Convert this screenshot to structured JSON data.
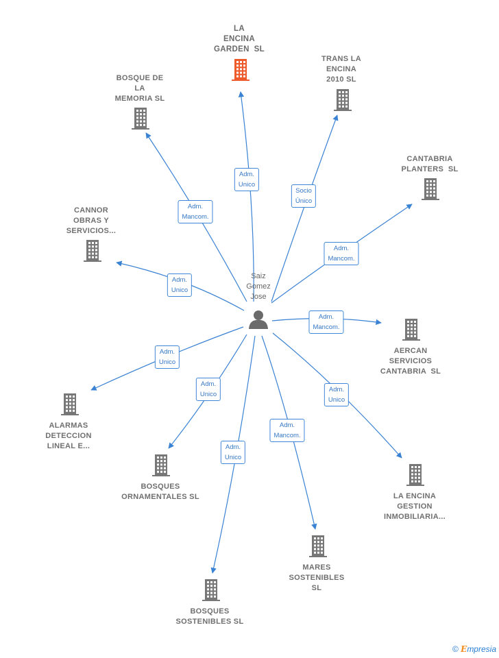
{
  "center": {
    "name": "Saiz\nGomez\nJose",
    "icon": "person-icon",
    "color": "#6b6b6b"
  },
  "colors": {
    "edge": "#3a82d4",
    "company": "#777777",
    "highlight": "#ee5a2c"
  },
  "companies": [
    {
      "id": "la-encina-garden",
      "name": "LA\nENCINA\nGARDEN  SL",
      "role": "Adm.\nUnico",
      "highlight": true
    },
    {
      "id": "trans-la-encina",
      "name": "TRANS LA\nENCINA\n2010 SL",
      "role": "Socio\nÚnico",
      "highlight": false
    },
    {
      "id": "bosque-de-la-memoria",
      "name": "BOSQUE DE\nLA\nMEMORIA SL",
      "role": "Adm.\nMancom.",
      "highlight": false
    },
    {
      "id": "cantabria-planters",
      "name": "CANTABRIA\nPLANTERS  SL",
      "role": "Adm.\nMancom.",
      "highlight": false
    },
    {
      "id": "cannor-obras",
      "name": "CANNOR\nOBRAS Y\nSERVICIOS...",
      "role": "Adm.\nUnico",
      "highlight": false
    },
    {
      "id": "aercan-servicios",
      "name": "AERCAN\nSERVICIOS\nCANTABRIA  SL",
      "role": "Adm.\nMancom.",
      "highlight": false
    },
    {
      "id": "alarmas-deteccion",
      "name": "ALARMAS\nDETECCION\nLINEAL E...",
      "role": "Adm.\nUnico",
      "highlight": false
    },
    {
      "id": "bosques-ornamentales",
      "name": "BOSQUES\nORNAMENTALES SL",
      "role": "Adm.\nUnico",
      "highlight": false
    },
    {
      "id": "la-encina-gestion",
      "name": "LA ENCINA\nGESTION\nINMOBILIARIA...",
      "role": "Adm.\nUnico",
      "highlight": false
    },
    {
      "id": "mares-sostenibles",
      "name": "MARES\nSOSTENIBLES\nSL",
      "role": "Adm.\nMancom.",
      "highlight": false
    },
    {
      "id": "bosques-sostenibles",
      "name": "BOSQUES\nSOSTENIBLES SL",
      "role": "Adm.\nUnico",
      "highlight": false
    }
  ],
  "footer": {
    "copyright": "©",
    "brand_initial": "E",
    "brand_rest": "mpresia"
  }
}
